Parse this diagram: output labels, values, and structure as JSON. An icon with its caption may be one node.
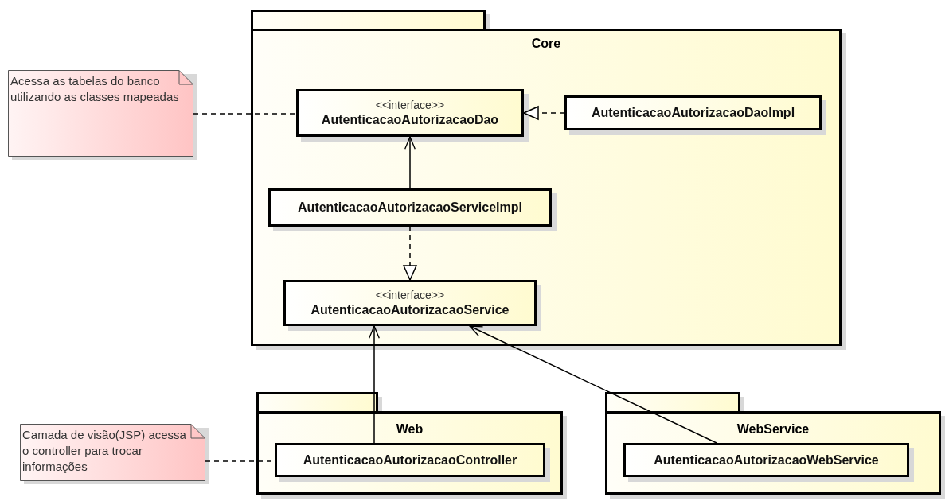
{
  "diagram": {
    "nodes": [
      {
        "text": [
          "Core"
        ]
      },
      {
        "text": [
          "<<interface>>",
          "AutenticacaoAutorizacaoDao"
        ],
        "in": 0
      },
      {
        "text": [
          "AutenticacaoAutorizacaoDaoImpl"
        ],
        "in": 0
      },
      {
        "text": [
          "AutenticacaoAutorizacaoServiceImpl"
        ],
        "in": 0
      },
      {
        "text": [
          "<<interface>>",
          "AutenticacaoAutorizacaoService"
        ],
        "in": 0
      },
      {
        "text": [
          "Web"
        ]
      },
      {
        "text": [
          "AutenticacaoAutorizacaoController"
        ],
        "in": 5
      },
      {
        "text": [
          "WebService"
        ]
      },
      {
        "text": [
          "AutenticacaoAutorizacaoWebService"
        ],
        "in": 7
      },
      {
        "text": [
          "Acessa as tabelas do banco utilizando as classes mapeadas"
        ]
      },
      {
        "text": [
          "Camada de visão(JSP) acessa o controller para trocar informações"
        ]
      }
    ],
    "edges": [
      {
        "from": 9,
        "to": 1,
        "arrow": "none",
        "style": "dashed"
      },
      {
        "from": 2,
        "to": 1,
        "arrow": "to",
        "style": "dashed"
      },
      {
        "from": 3,
        "to": 1,
        "arrow": "to"
      },
      {
        "from": 3,
        "to": 4,
        "arrow": "to",
        "style": "dashed"
      },
      {
        "from": 6,
        "to": 4,
        "arrow": "to"
      },
      {
        "from": 8,
        "to": 4,
        "arrow": "to"
      },
      {
        "from": 10,
        "to": 6,
        "arrow": "none",
        "style": "dashed"
      }
    ]
  }
}
